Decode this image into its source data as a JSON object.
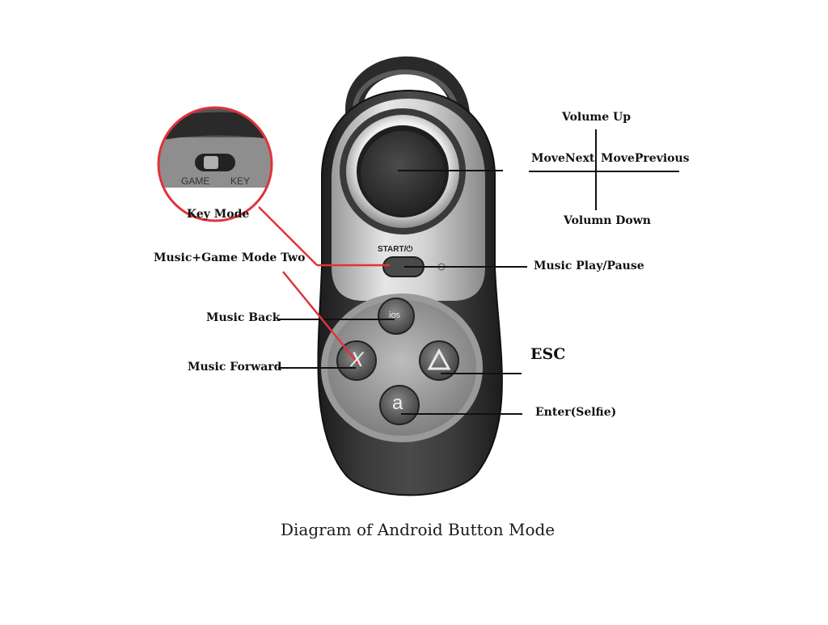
{
  "title": "Diagram of Android Button Mode",
  "device": {
    "start_label": "START/⏻",
    "button_ios": "ios",
    "button_x": "X",
    "button_a": "a",
    "switch_left": "GAME",
    "switch_right": "KEY"
  },
  "callouts": {
    "key_mode": "Key Mode",
    "music_game_mode_two": "Music+Game Mode Two",
    "music_back": "Music Back",
    "music_forward": "Music Forward",
    "music_play_pause": "Music Play/Pause",
    "esc": "ESC",
    "enter_selfie": "Enter(Selfie)"
  },
  "joystick_cross": {
    "up": "Volume Up",
    "down": "Volumn Down",
    "left": "MoveNext",
    "right": "MovePrevious"
  },
  "colors": {
    "callout_red": "#e0333b",
    "body_dark": "#2b2b2b",
    "body_silver": "#bfbfbf"
  }
}
